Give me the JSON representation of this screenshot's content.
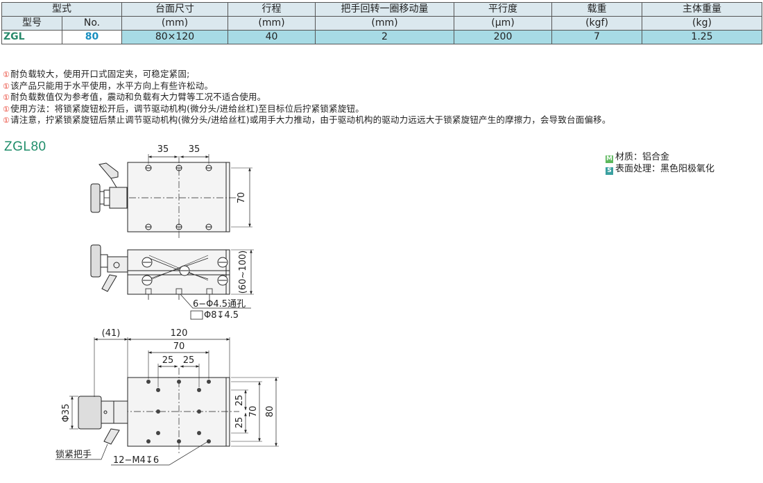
{
  "table": {
    "header_row1": [
      "型式",
      "台面尺寸",
      "行程",
      "把手回转一圈移动量",
      "平行度",
      "载重",
      "主体重量"
    ],
    "header_row2": [
      "型号",
      "No.",
      "(mm)",
      "(mm)",
      "(mm)",
      "(μm)",
      "(kgf)",
      "(kg)"
    ],
    "row": [
      "ZGL",
      "80",
      "80×120",
      "40",
      "2",
      "200",
      "7",
      "1.25"
    ]
  },
  "notes": {
    "mark": "①",
    "items": [
      "耐负载较大，使用开口式固定夹，可稳定紧固;",
      "该产品只能用于水平使用，水平方向上有些许松动。",
      "耐负载数值仅为参考值，震动和负载有大力臂等工况不适合使用。",
      "使用方法：将锁紧旋钮松开后，调节驱动机构(微分头/进给丝杠)至目标位后拧紧锁紧旋钮。",
      "请注意，拧紧锁紧旋钮后禁止调节驱动机构(微分头/进给丝杠)或用手大力推动，由于驱动机构的驱动力远远大于锁紧旋钮产生的摩擦力，会导致台面偏移。"
    ]
  },
  "model_title": "ZGL80",
  "material": {
    "badge_m": "M",
    "badge_s": "S",
    "line1": "材质：铝合金",
    "line2": "表面处理：黑色阳极氧化"
  },
  "drawing": {
    "top_view": {
      "dim_left": "35",
      "dim_right": "35",
      "dim_height": "70"
    },
    "side_view": {
      "dim_height": "(60~100)",
      "hole_note1": "6−Φ4.5通孔",
      "hole_note2": "Φ8↧4.5"
    },
    "bottom_view": {
      "dim_handle": "(41)",
      "dim_width": "120",
      "dim_holes_outer": "70",
      "dim_holes_left": "25",
      "dim_holes_right": "25",
      "dim_knob": "Φ35",
      "dim_v_25a": "25",
      "dim_v_25b": "25",
      "dim_v_70": "70",
      "dim_v_80": "80",
      "lock_label": "锁紧把手",
      "tap_note": "12−M4↧6"
    }
  },
  "colors": {
    "header_bg": "#dbe8ee",
    "row_bg": "#a7dbe5",
    "series": "#2a8a6c",
    "no": "#1a8fc0",
    "note_mark": "#e83a2a"
  }
}
